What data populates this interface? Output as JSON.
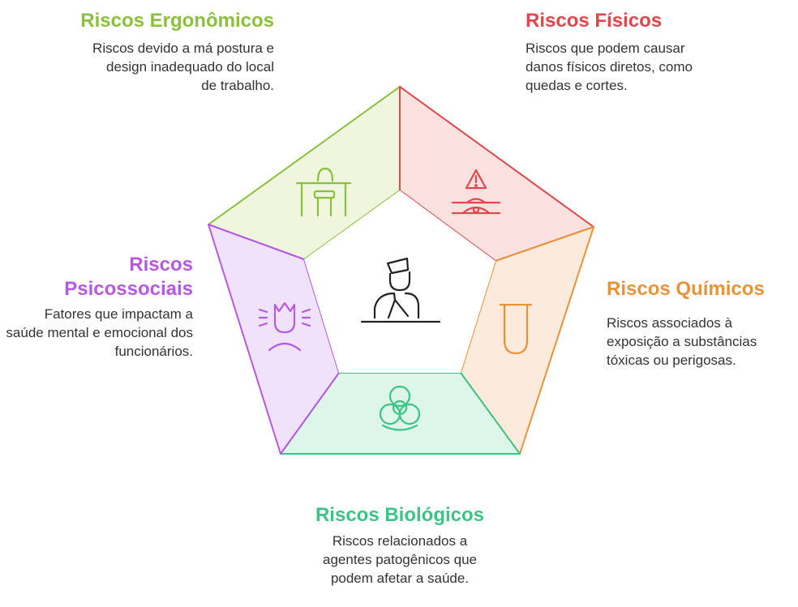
{
  "colors": {
    "ergonomicos": "#8BBF3C",
    "fisicos": "#E0474C",
    "quimicos": "#E8923A",
    "biologicos": "#3CC486",
    "psicossociais": "#B45AE0"
  },
  "center": {
    "icon": "worker-icon"
  },
  "segments": {
    "ergonomicos": {
      "title": "Riscos Ergonômicos",
      "description": "Riscos devido a má postura e design inadequado do local de trabalho.",
      "icon": "desk-chair-icon"
    },
    "fisicos": {
      "title": "Riscos Físicos",
      "description": "Riscos que podem causar danos físicos diretos, como quedas e cortes.",
      "icon": "warning-hazard-icon"
    },
    "quimicos": {
      "title": "Riscos Químicos",
      "description": "Riscos associados à exposição a substâncias tóxicas ou perigosas.",
      "icon": "test-tube-icon"
    },
    "biologicos": {
      "title": "Riscos Biológicos",
      "description": "Riscos relacionados a agentes patogênicos que podem afetar a saúde.",
      "icon": "biohazard-icon"
    },
    "psicossociais": {
      "title": "Riscos Psicossociais",
      "description": "Fatores que impactam a saúde mental e emocional dos funcionários.",
      "icon": "stressed-person-icon"
    }
  }
}
